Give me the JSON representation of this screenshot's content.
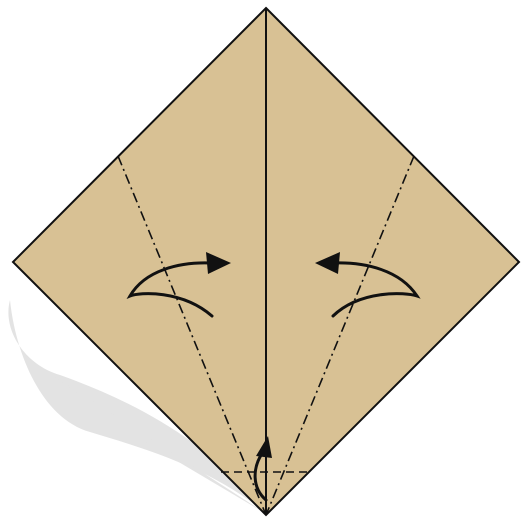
{
  "diagram": {
    "subject": "origami-fold-step",
    "paper_color": "#d8c194",
    "outline_color": "#111111",
    "shadow_color": "#e3e3e3",
    "line_styles": {
      "center_crease": "solid",
      "fold_lines": "dash-dot",
      "bottom_fold": "dashed"
    },
    "arrows": [
      {
        "name": "left-fold-arrow",
        "direction": "right"
      },
      {
        "name": "right-fold-arrow",
        "direction": "left"
      },
      {
        "name": "bottom-fold-arrow",
        "direction": "up"
      }
    ]
  }
}
